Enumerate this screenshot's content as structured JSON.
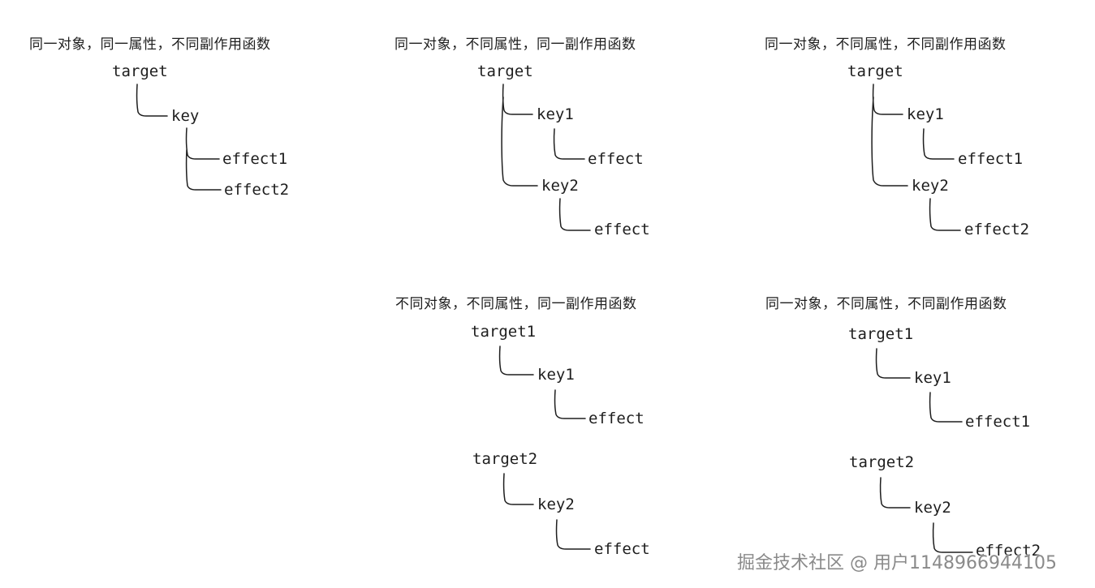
{
  "panels": [
    {
      "title": "同一对象，同一属性，不同副作用函数",
      "target": "target",
      "key": "key",
      "effect1": "effect1",
      "effect2": "effect2"
    },
    {
      "title": "同一对象，不同属性，同一副作用函数",
      "target": "target",
      "key1": "key1",
      "effect_a": "effect",
      "key2": "key2",
      "effect_b": "effect"
    },
    {
      "title": "同一对象，不同属性，不同副作用函数",
      "target": "target",
      "key1": "key1",
      "effect1": "effect1",
      "key2": "key2",
      "effect2": "effect2"
    },
    {
      "title": "不同对象，不同属性，同一副作用函数",
      "target1": "target1",
      "key1": "key1",
      "effect_a": "effect",
      "target2": "target2",
      "key2": "key2",
      "effect_b": "effect"
    },
    {
      "title": "同一对象，不同属性，不同副作用函数",
      "target1": "target1",
      "key1": "key1",
      "effect1": "effect1",
      "target2": "target2",
      "key2": "key2",
      "effect2": "effect2"
    }
  ],
  "watermark": "掘金技术社区 @ 用户1148966944105"
}
